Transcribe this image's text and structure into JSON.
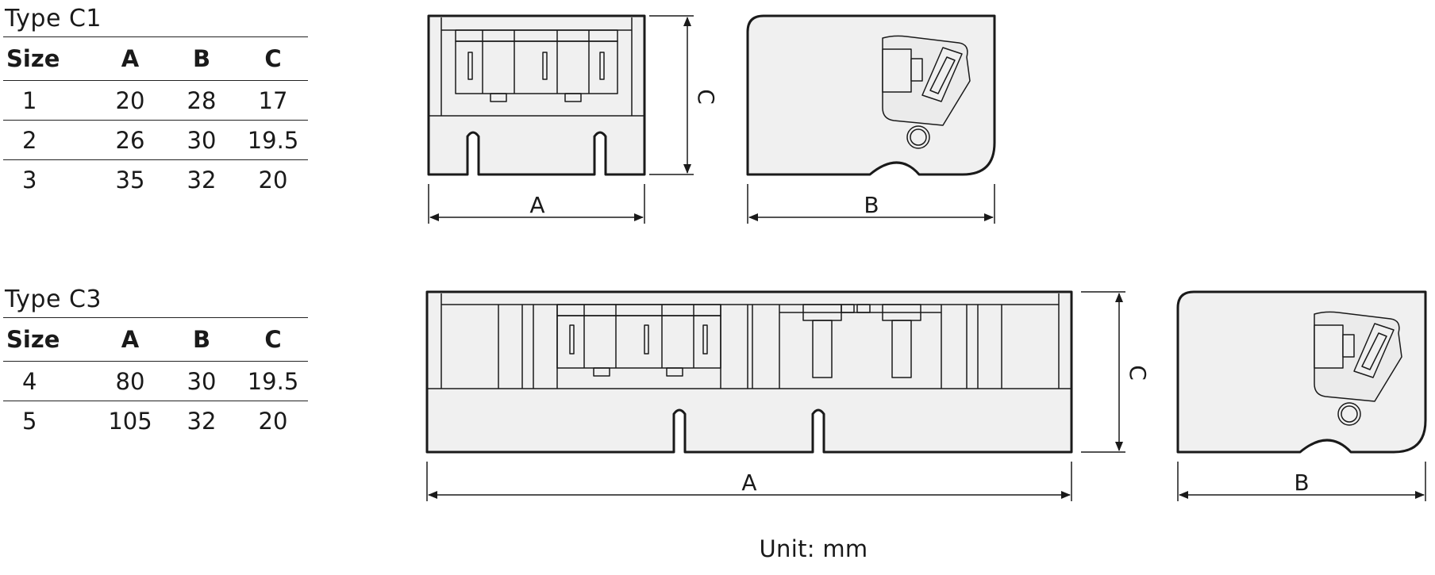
{
  "tables": [
    {
      "title": "Type C1",
      "headers": [
        "Size",
        "A",
        "B",
        "C"
      ],
      "rows": [
        [
          "1",
          "20",
          "28",
          "17"
        ],
        [
          "2",
          "26",
          "30",
          "19.5"
        ],
        [
          "3",
          "35",
          "32",
          "20"
        ]
      ]
    },
    {
      "title": "Type C3",
      "headers": [
        "Size",
        "A",
        "B",
        "C"
      ],
      "rows": [
        [
          "4",
          "80",
          "30",
          "19.5"
        ],
        [
          "5",
          "105",
          "32",
          "20"
        ]
      ]
    }
  ],
  "dimension_labels": {
    "a": "A",
    "b": "B",
    "c": "C"
  },
  "unit_label": "Unit: mm",
  "colors": {
    "line": "#1a1a1a",
    "fill": "#f0f0f0"
  }
}
